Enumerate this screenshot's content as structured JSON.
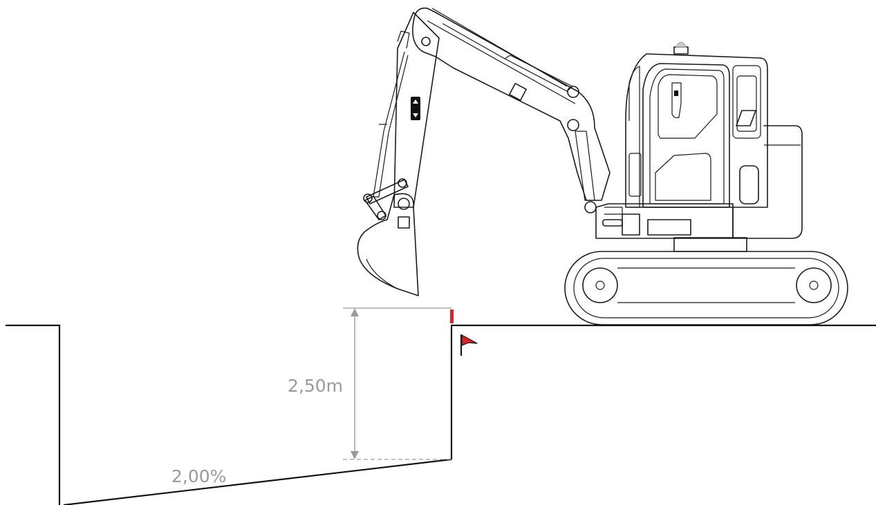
{
  "labels": {
    "depth": "2,50m",
    "slope": "2,00%"
  },
  "colors": {
    "ground": "#111111",
    "dimension": "#9a9a9a",
    "marker": "#e31e24",
    "outline": "#1a1a1a"
  },
  "icons": {
    "excavator": "excavator-icon",
    "flag": "red-flag-icon",
    "level_marker": "red-level-marker"
  }
}
